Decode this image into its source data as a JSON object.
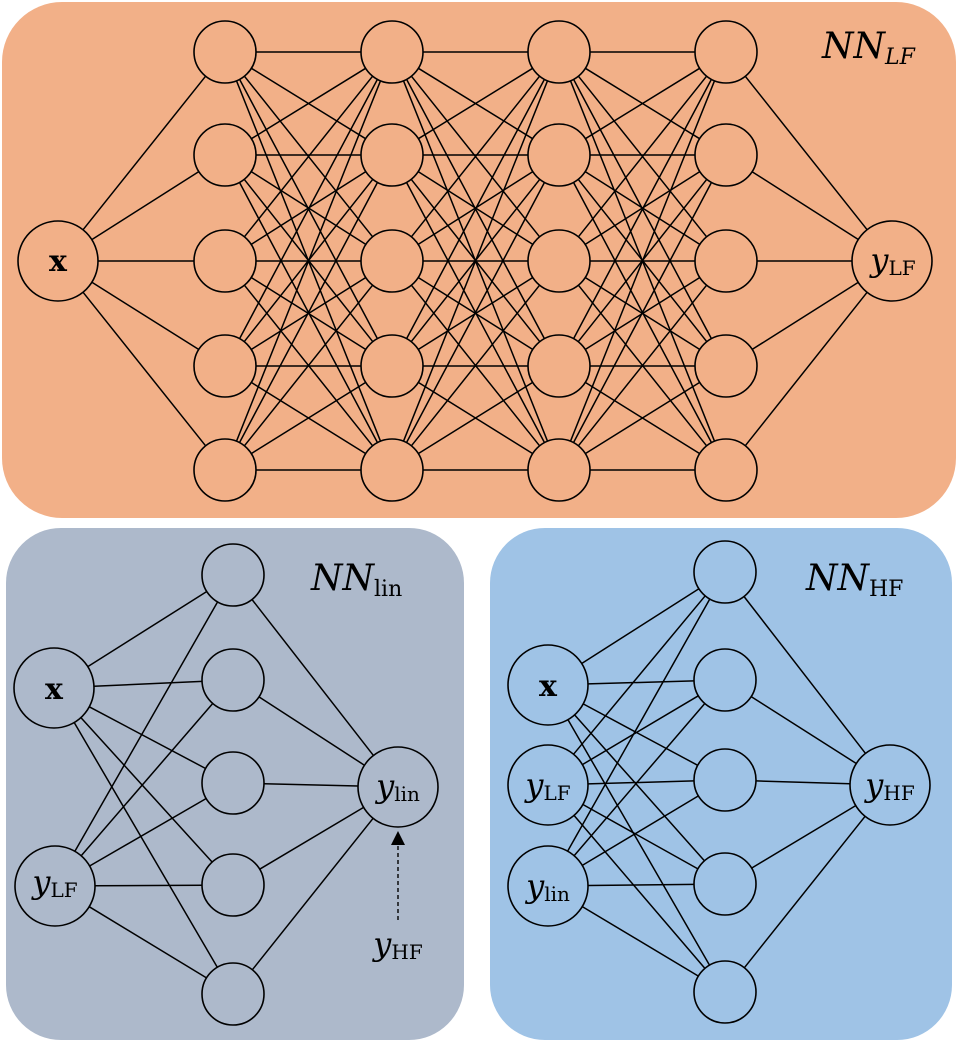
{
  "colors": {
    "lf_panel": "#f2b088",
    "lin_panel": "#adb9cb",
    "hf_panel": "#9fc3e6",
    "stroke": "#000000",
    "node_fill": "none"
  },
  "panels": {
    "lf": {
      "title_main": "NN",
      "title_sub": "LF",
      "input_label": "x",
      "output_main": "y",
      "output_sub": "LF"
    },
    "lin": {
      "title_main": "NN",
      "title_sub": "lin",
      "input_x_label": "x",
      "input_ylf_main": "y",
      "input_ylf_sub": "LF",
      "output_main": "y",
      "output_sub": "lin",
      "target_main": "y",
      "target_sub": "HF"
    },
    "hf": {
      "title_main": "NN",
      "title_sub": "HF",
      "input_x_label": "x",
      "input_ylf_main": "y",
      "input_ylf_sub": "LF",
      "input_ylin_main": "y",
      "input_ylin_sub": "lin",
      "output_main": "y",
      "output_sub": "HF"
    }
  }
}
